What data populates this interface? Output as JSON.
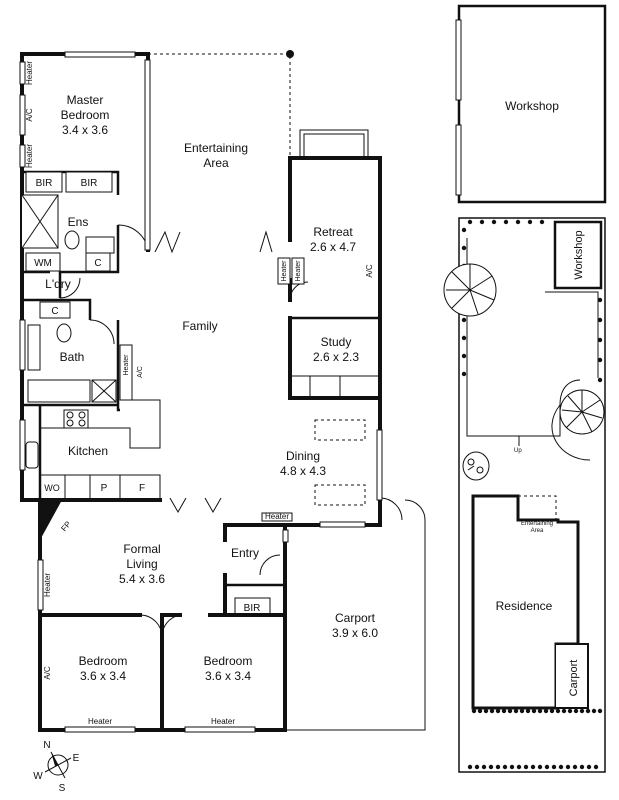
{
  "main_plan": {
    "rooms": {
      "master_bedroom": {
        "name": "Master\nBedroom",
        "dims": "3.4 x 3.6"
      },
      "entertaining": {
        "name": "Entertaining\nArea"
      },
      "retreat": {
        "name": "Retreat",
        "dims": "2.6 x 4.7"
      },
      "ensuite": {
        "name": "Ens"
      },
      "laundry": {
        "name": "L'dry"
      },
      "family": {
        "name": "Family"
      },
      "study": {
        "name": "Study",
        "dims": "2.6 x 2.3"
      },
      "bath": {
        "name": "Bath"
      },
      "kitchen": {
        "name": "Kitchen"
      },
      "dining": {
        "name": "Dining",
        "dims": "4.8 x 4.3"
      },
      "formal_living": {
        "name": "Formal\nLiving",
        "dims": "5.4 x 3.6"
      },
      "entry": {
        "name": "Entry"
      },
      "carport": {
        "name": "Carport",
        "dims": "3.9 x 6.0"
      },
      "bedroom_left": {
        "name": "Bedroom",
        "dims": "3.6 x 3.4"
      },
      "bedroom_right": {
        "name": "Bedroom",
        "dims": "3.6 x 3.4"
      }
    },
    "fixtures": {
      "bir": "BIR",
      "wm": "WM",
      "c": "C",
      "wo": "WO",
      "p": "P",
      "f": "F",
      "fp": "FP",
      "heater": "Heater",
      "ac": "A/C"
    }
  },
  "site_plan": {
    "workshop_top": "Workshop",
    "workshop_small": "Workshop",
    "up": "Up",
    "entertaining": "Entertaining\nArea",
    "residence": "Residence",
    "carport": "Carport"
  },
  "compass": {
    "n": "N",
    "e": "E",
    "s": "S",
    "w": "W"
  }
}
